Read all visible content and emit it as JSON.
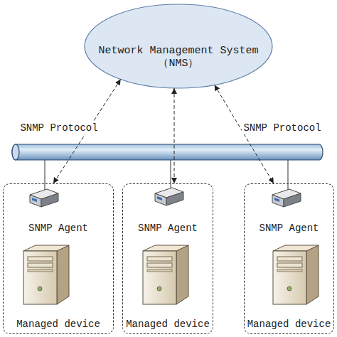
{
  "diagram": {
    "nodes": [
      {
        "text": [
          "Network Management System",
          "（NMS）"
        ]
      },
      {
        "text": [
          "SNMP Agent",
          "Managed device"
        ]
      },
      {
        "text": [
          "SNMP Agent",
          "Managed device"
        ]
      },
      {
        "text": [
          "SNMP Agent",
          "Managed device"
        ]
      }
    ],
    "edges": [
      {
        "from": 0,
        "to": 1,
        "arrow": "both",
        "label": "SNMP Protocol"
      },
      {
        "from": 0,
        "to": 2,
        "arrow": "both"
      },
      {
        "from": 0,
        "to": 3,
        "arrow": "both",
        "label": "SNMP Protocol"
      }
    ]
  }
}
